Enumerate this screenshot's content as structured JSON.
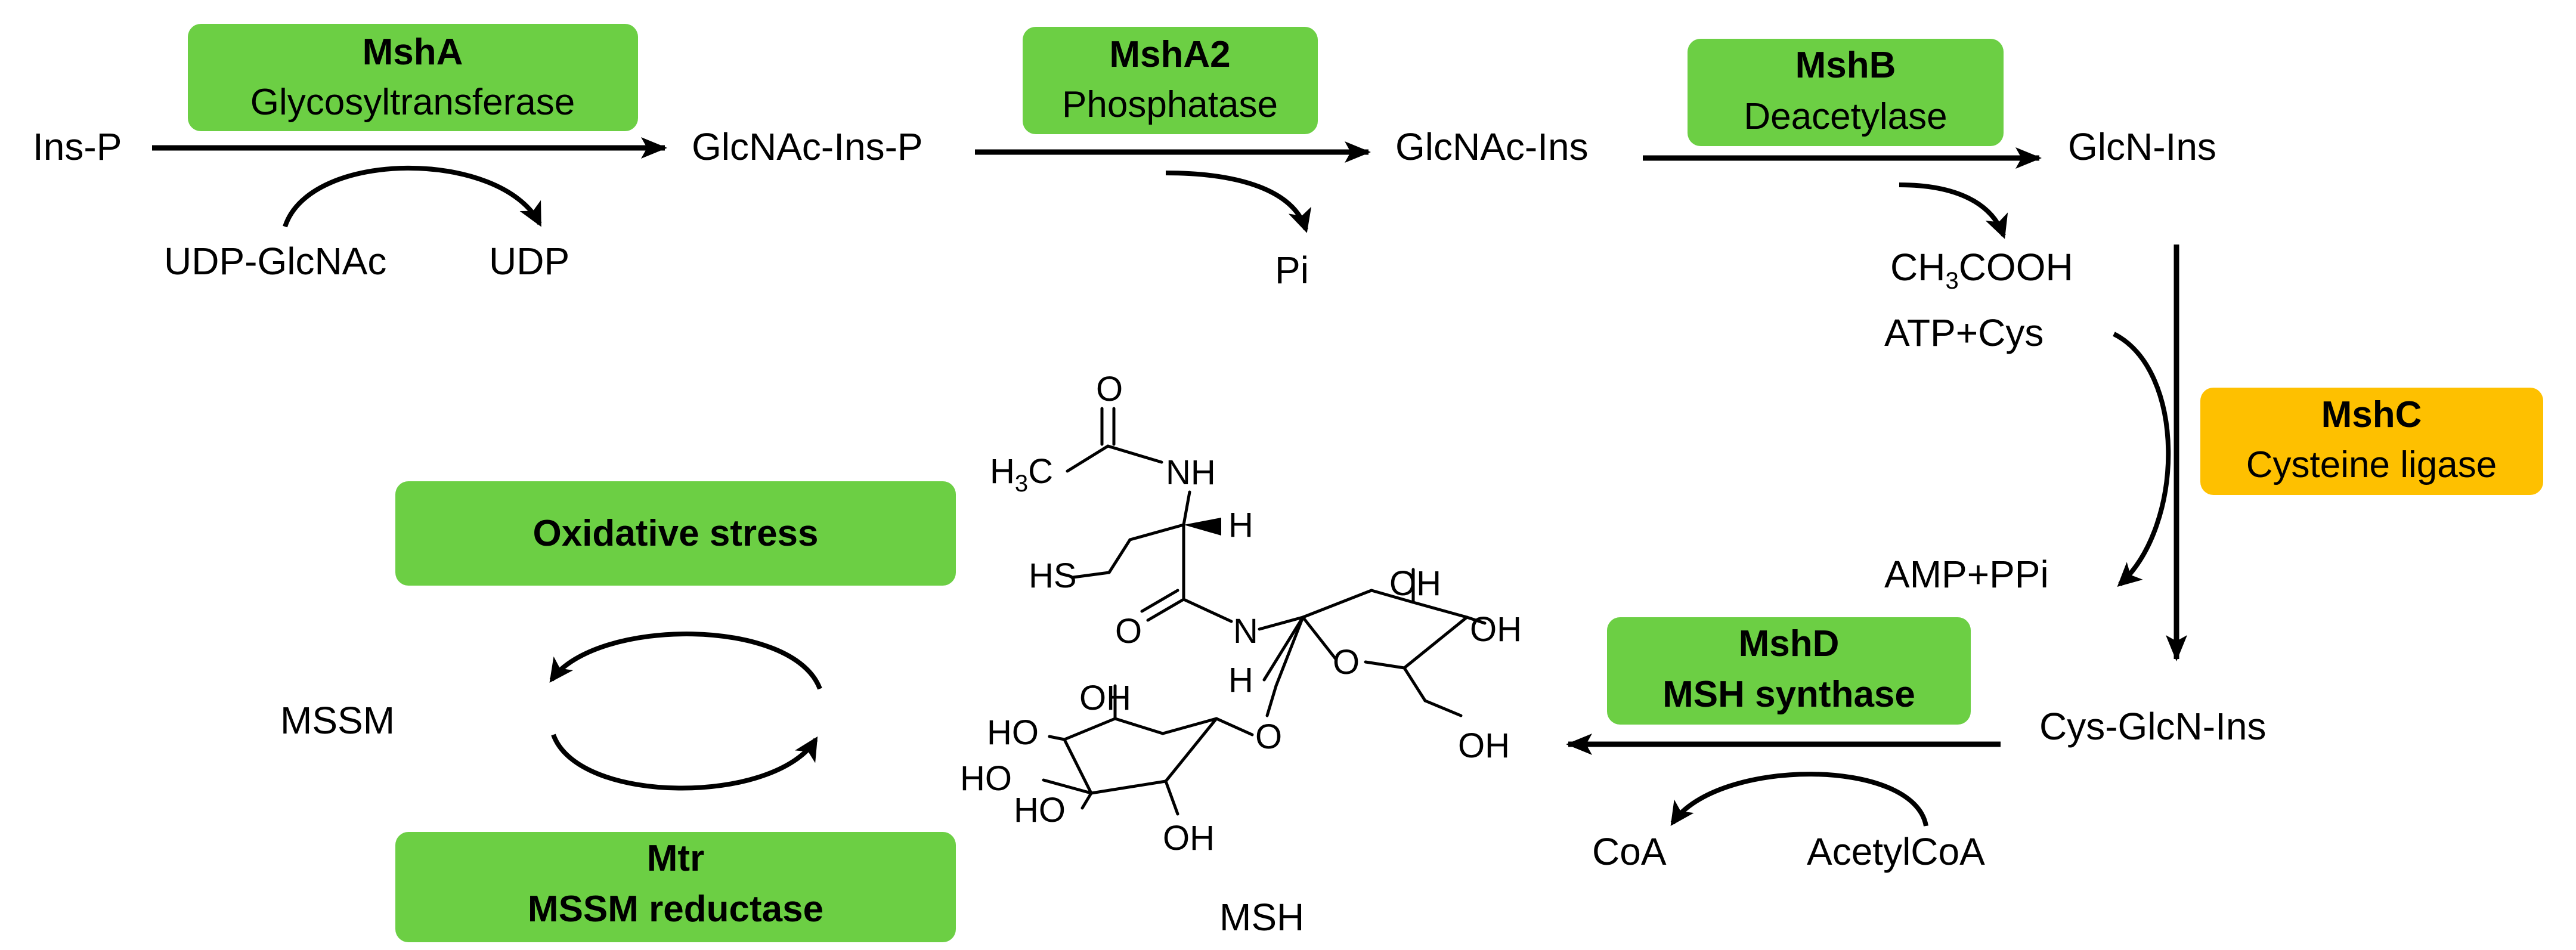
{
  "colors": {
    "enzyme_green": "#6ccf44",
    "enzyme_orange": "#fec000",
    "arrow": "#000000"
  },
  "metabolites": {
    "ins_p": "Ins-P",
    "glcnac_ins_p": "GlcNAc-Ins-P",
    "glcnac_ins": "GlcNAc-Ins",
    "glcn_ins": "GlcN-Ins",
    "cys_glcn_ins": "Cys-GlcN-Ins",
    "msh": "MSH",
    "mssm": "MSSM"
  },
  "cofactors": {
    "udp_glcnac": "UDP-GlcNAc",
    "udp": "UDP",
    "pi": "Pi",
    "ch3cooh": {
      "prefix": "CH",
      "subscript": "3",
      "suffix": "COOH"
    },
    "atp_cys": "ATP+Cys",
    "amp_ppi": "AMP+PPi",
    "coa": "CoA",
    "acetylcoa": "AcetylCoA"
  },
  "enzymes": {
    "msha": {
      "name": "MshA",
      "function": "Glycosyltransferase"
    },
    "msha2": {
      "name": "MshA2",
      "function": "Phosphatase"
    },
    "mshb": {
      "name": "MshB",
      "function": "Deacetylase"
    },
    "mshc": {
      "name": "MshC",
      "function": "Cysteine ligase"
    },
    "mshd": {
      "name": "MshD",
      "function": "MSH synthase"
    },
    "mtr": {
      "name": "Mtr",
      "function": "MSSM reductase"
    },
    "oxidative_stress": "Oxidative stress"
  },
  "structure_labels": {
    "o_carbonyl_top": "O",
    "h3c": {
      "prefix": "H",
      "subscript": "3",
      "suffix": "C"
    },
    "nh": "NH",
    "h_stereo": "H",
    "hs": "HS",
    "o_amide": "O",
    "n_amide": "N",
    "h_anomeric": "H",
    "o_ring_glc": "O",
    "oh_glc_top": "OH",
    "oh_glc_right": "OH",
    "oh_glc_ch2": "OH",
    "o_glycosidic": "O",
    "oh_ino_top": "OH",
    "ho_ino_1": "HO",
    "ho_ino_2": "HO",
    "ho_ino_3": "HO",
    "oh_ino_bottom": "OH"
  }
}
